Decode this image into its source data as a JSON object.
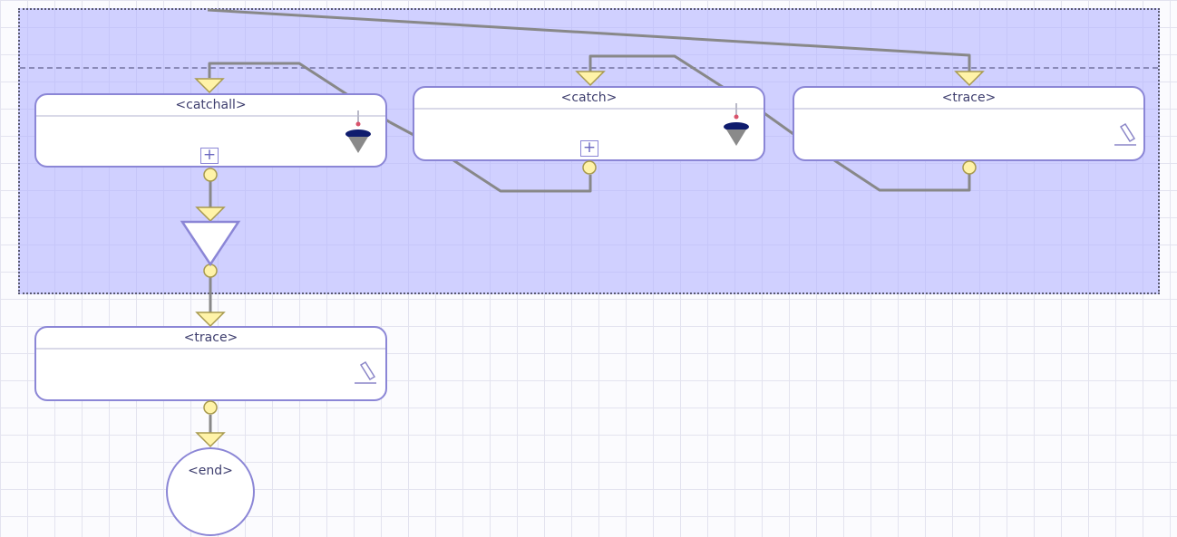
{
  "diagram": {
    "nodes": {
      "catchall": {
        "label": "<catchall>",
        "icon": "catch-probe-icon",
        "action": "+"
      },
      "catch": {
        "label": "<catch>",
        "icon": "catch-probe-icon",
        "action": "+"
      },
      "trace_inner": {
        "label": "<trace>",
        "icon": "pencil-icon"
      },
      "trace_outer": {
        "label": "<trace>",
        "icon": "pencil-icon"
      },
      "end": {
        "label": "<end>"
      }
    },
    "colors": {
      "scope_fill": "#b4b4ff",
      "node_border": "#8b86d6",
      "connector": "#888888",
      "port_fill": "#fff3a8",
      "port_stroke": "#a89a4e",
      "probe_body": "#0f1c6e",
      "probe_dot": "#d9536b"
    }
  }
}
